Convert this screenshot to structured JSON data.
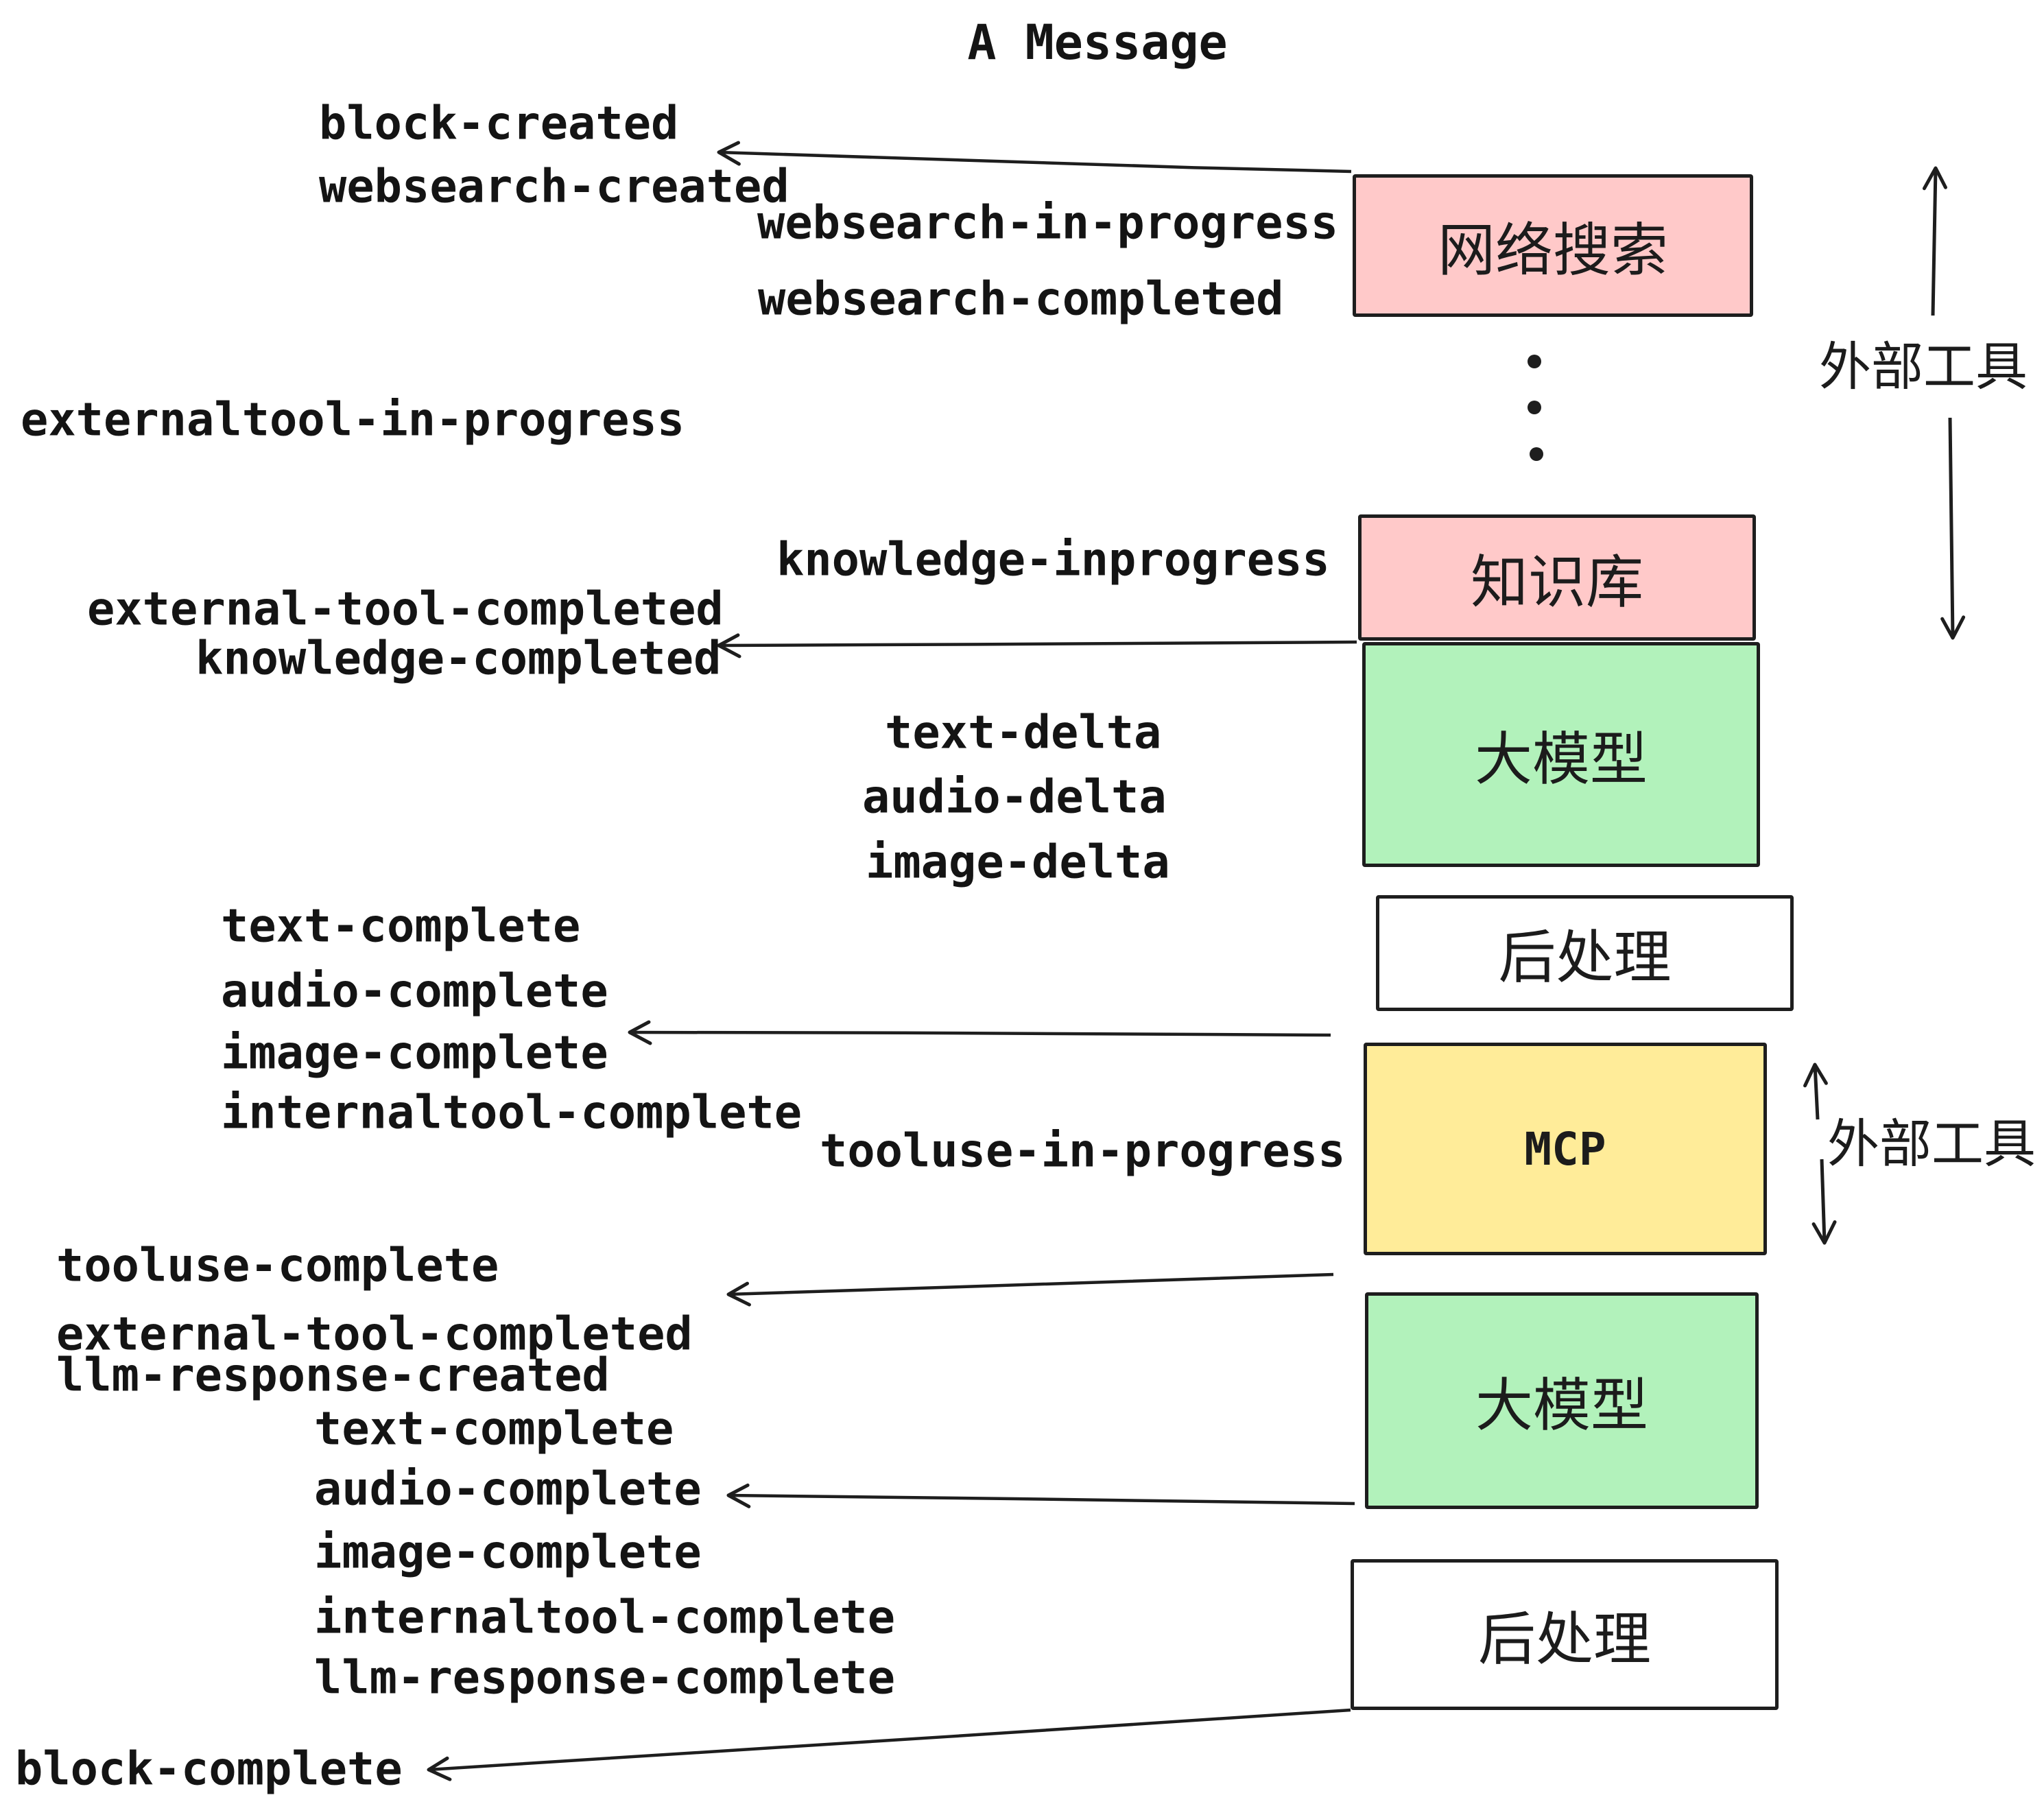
{
  "title": "A Message",
  "colors": {
    "external_tool_fill": "#ffc9c9",
    "llm_fill": "#b2f2bb",
    "mcp_fill": "#ffec99",
    "postprocess_fill": "#ffffff",
    "stroke": "#1e1e1e"
  },
  "nodes": [
    {
      "id": "websearch",
      "label": "网络搜索",
      "fill": "#ffc9c9"
    },
    {
      "id": "knowledge",
      "label": "知识库",
      "fill": "#ffc9c9"
    },
    {
      "id": "llm-1",
      "label": "大模型",
      "fill": "#b2f2bb"
    },
    {
      "id": "postprocess-1",
      "label": "后处理",
      "fill": "#ffffff"
    },
    {
      "id": "mcp",
      "label": "MCP",
      "fill": "#ffec99"
    },
    {
      "id": "llm-2",
      "label": "大模型",
      "fill": "#b2f2bb"
    },
    {
      "id": "postprocess-2",
      "label": "后处理",
      "fill": "#ffffff"
    }
  ],
  "side_labels": [
    {
      "label": "外部工具"
    },
    {
      "label": "外部工具"
    }
  ],
  "events": [
    {
      "label": "block-created"
    },
    {
      "label": "websearch-created"
    },
    {
      "label": "websearch-in-progress"
    },
    {
      "label": "websearch-completed"
    },
    {
      "label": "externaltool-in-progress"
    },
    {
      "label": "knowledge-inprogress"
    },
    {
      "label": "external-tool-completed"
    },
    {
      "label": "knowledge-completed"
    },
    {
      "label": "text-delta"
    },
    {
      "label": "audio-delta"
    },
    {
      "label": "image-delta"
    },
    {
      "label": "text-complete"
    },
    {
      "label": "audio-complete"
    },
    {
      "label": "image-complete"
    },
    {
      "label": "internaltool-complete"
    },
    {
      "label": "tooluse-in-progress"
    },
    {
      "label": "tooluse-complete"
    },
    {
      "label": "external-tool-completed"
    },
    {
      "label": "llm-response-created"
    },
    {
      "label": "text-complete"
    },
    {
      "label": "audio-complete"
    },
    {
      "label": "image-complete"
    },
    {
      "label": "internaltool-complete"
    },
    {
      "label": "llm-response-complete"
    },
    {
      "label": "block-complete"
    }
  ]
}
